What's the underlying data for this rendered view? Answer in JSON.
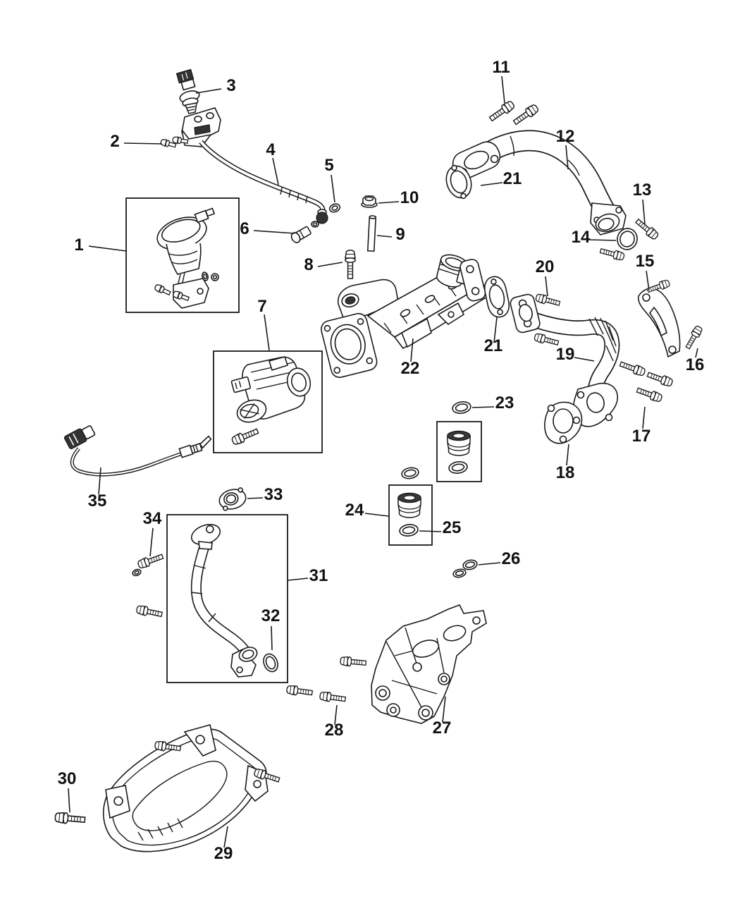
{
  "figure": {
    "type": "exploded-parts-diagram",
    "background_color": "#ffffff",
    "line_color": "#1a1a1a",
    "callouts": {
      "n1": "1",
      "n2": "2",
      "n3": "3",
      "n4": "4",
      "n5": "5",
      "n6": "6",
      "n7": "7",
      "n8": "8",
      "n9": "9",
      "n10": "10",
      "n11": "11",
      "n12": "12",
      "n13": "13",
      "n14": "14",
      "n15": "15",
      "n16": "16",
      "n17": "17",
      "n18": "18",
      "n19": "19",
      "n20": "20",
      "n21a": "21",
      "n21b": "21",
      "n22": "22",
      "n23": "23",
      "n24": "24",
      "n25": "25",
      "n26": "26",
      "n27": "27",
      "n28": "28",
      "n29": "29",
      "n30": "30",
      "n31": "31",
      "n32": "32",
      "n33": "33",
      "n34": "34",
      "n35": "35"
    }
  }
}
